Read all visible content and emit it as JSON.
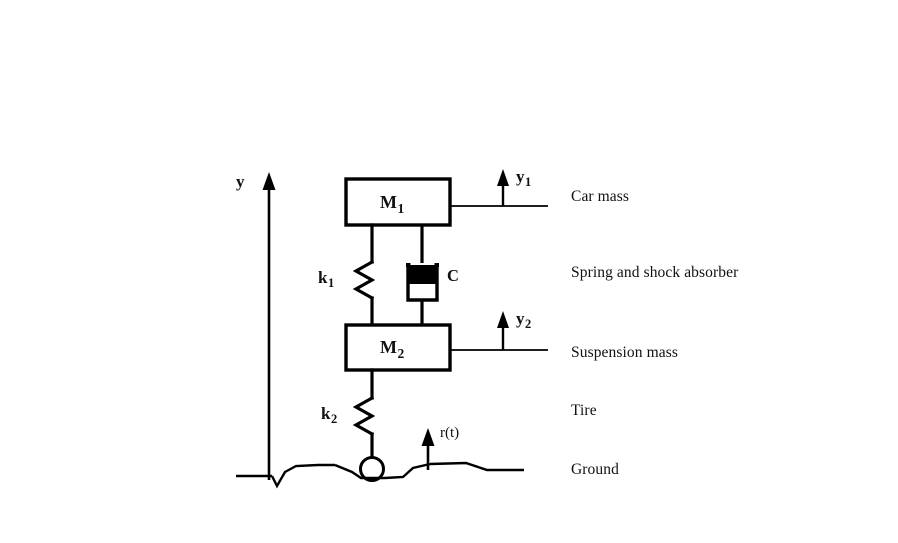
{
  "figure": {
    "kind": "quarter-car-suspension-schematic",
    "stroke_color": "#000000",
    "background_color": "#ffffff"
  },
  "symbols": {
    "axis_y": {
      "base": "y",
      "sub": ""
    },
    "displacement_1": {
      "base": "y",
      "sub": "1"
    },
    "displacement_2": {
      "base": "y",
      "sub": "2"
    },
    "mass_1": {
      "base": "M",
      "sub": "1"
    },
    "mass_2": {
      "base": "M",
      "sub": "2"
    },
    "spring_1": {
      "base": "k",
      "sub": "1"
    },
    "spring_2": {
      "base": "k",
      "sub": "2"
    },
    "damper": {
      "base": "C",
      "sub": ""
    },
    "road_input": {
      "base": "r(t)",
      "sub": ""
    }
  },
  "legend": {
    "items": [
      {
        "label": "Car mass"
      },
      {
        "label": "Spring and shock absorber"
      },
      {
        "label": "Suspension mass"
      },
      {
        "label": "Tire"
      },
      {
        "label": "Ground"
      }
    ]
  }
}
